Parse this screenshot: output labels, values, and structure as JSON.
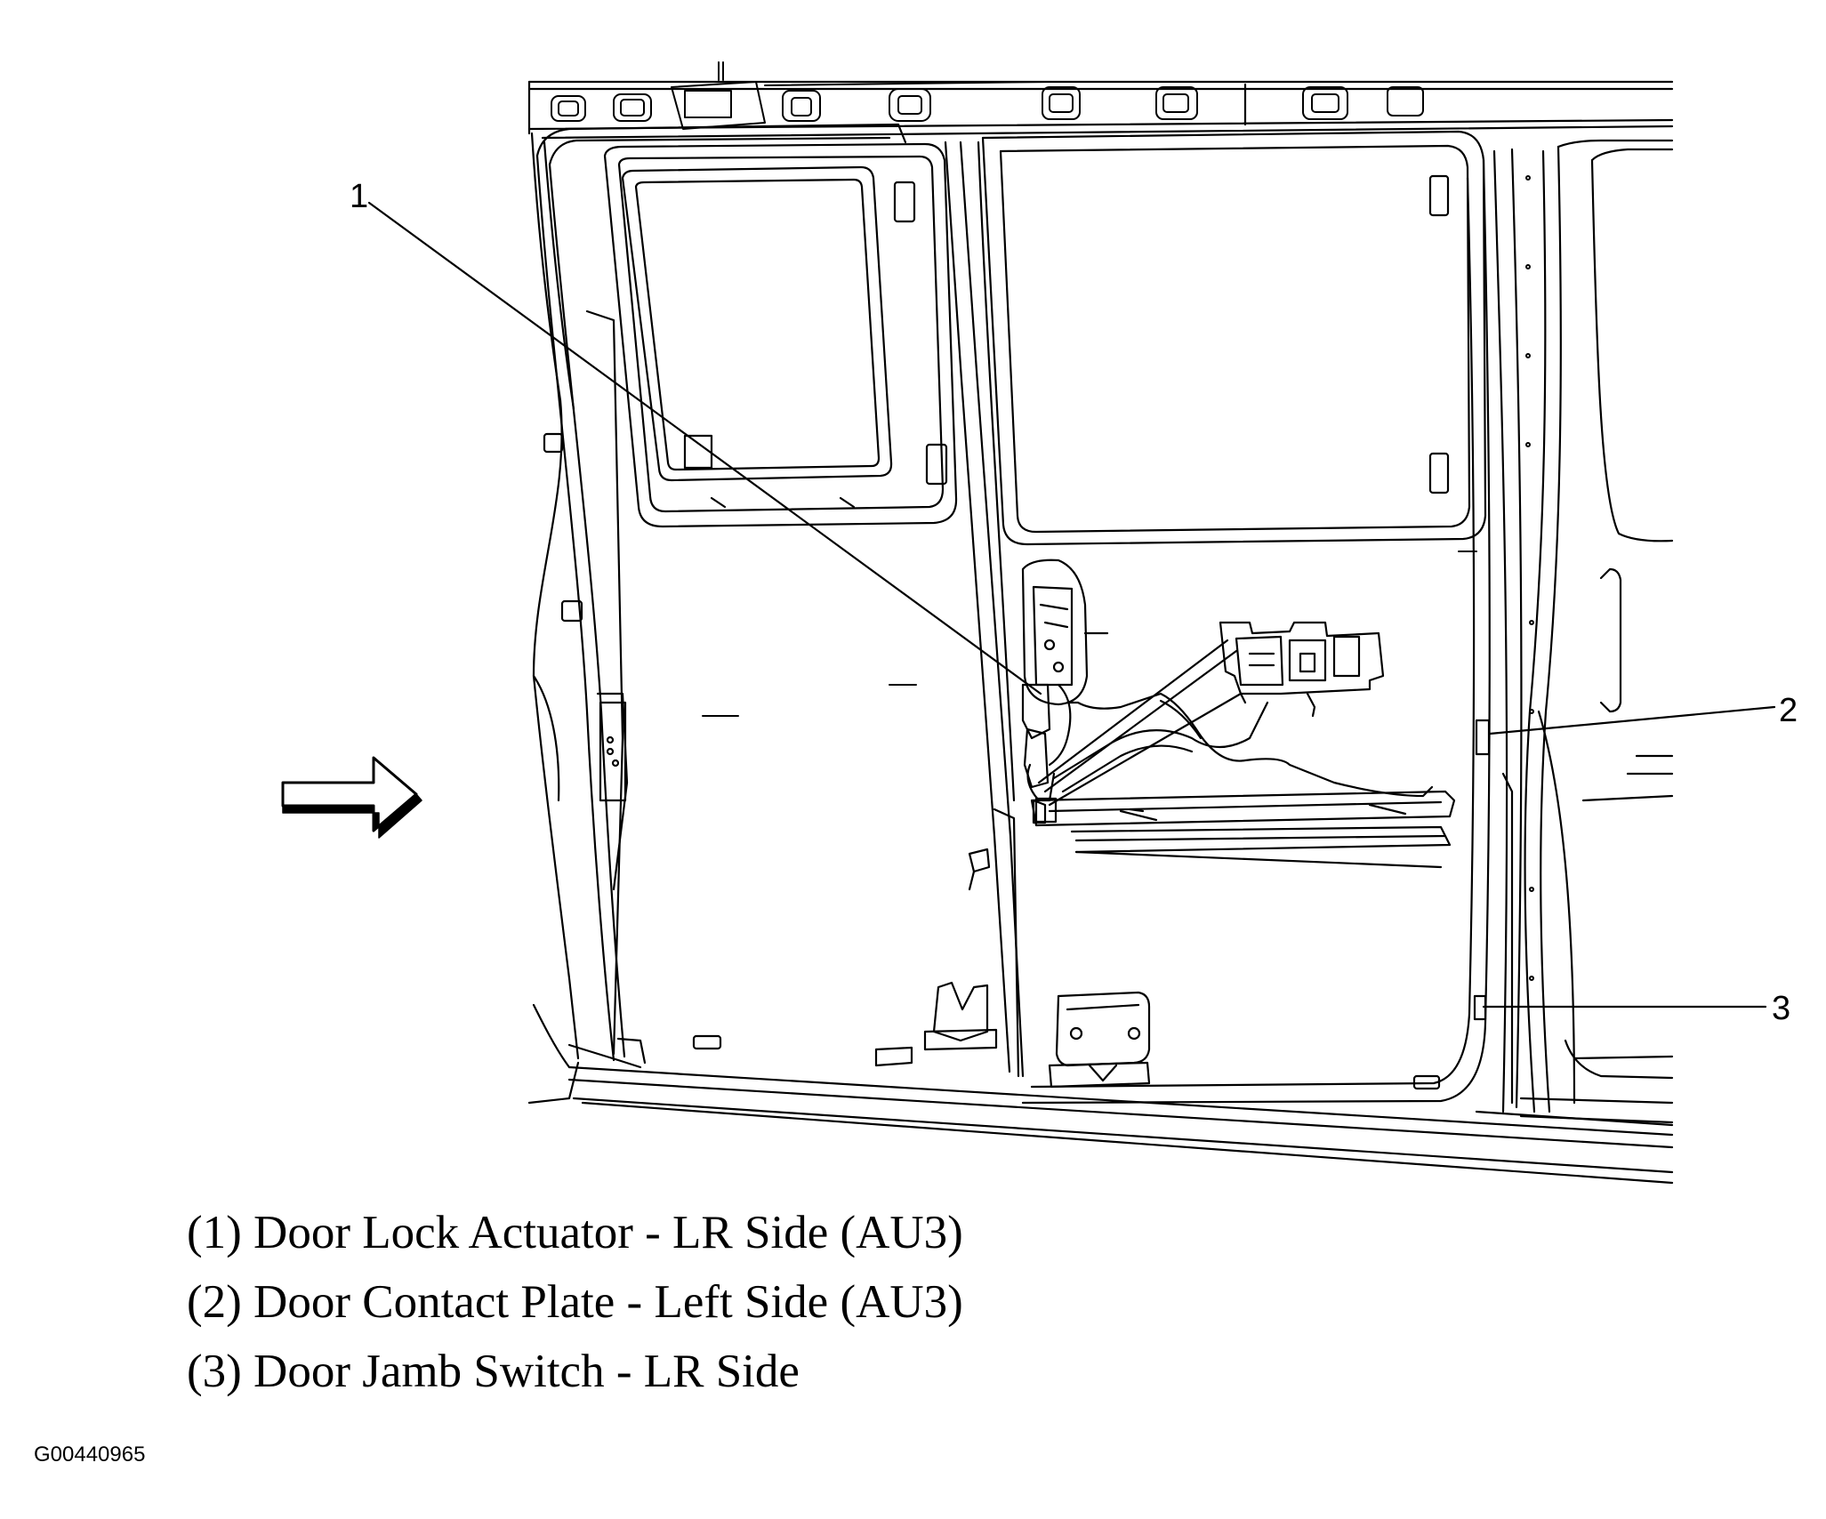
{
  "callouts": [
    {
      "id": "1",
      "label": "1"
    },
    {
      "id": "2",
      "label": "2"
    },
    {
      "id": "3",
      "label": "3"
    }
  ],
  "legend": [
    "(1) Door Lock Actuator - LR Side (AU3)",
    "(2) Door Contact Plate - Left Side (AU3)",
    "(3) Door Jamb Switch - LR Side"
  ],
  "figure_id": "G00440965"
}
